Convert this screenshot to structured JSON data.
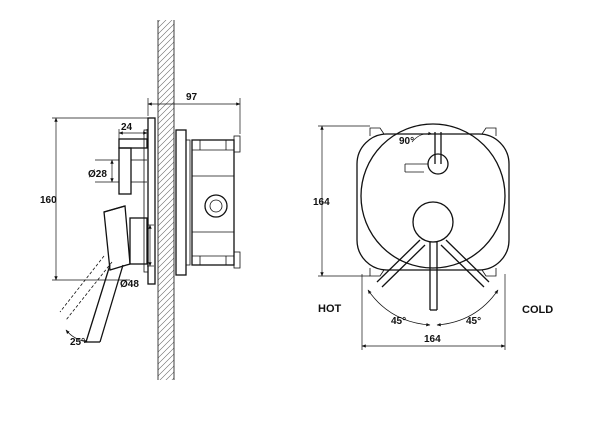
{
  "side_view": {
    "dim_depth": "97",
    "dim_knob_width": "24",
    "dim_knob_diameter": "Ø28",
    "dim_height": "160",
    "dim_lever_diameter": "Ø48",
    "dim_lever_angle": "25°"
  },
  "front_view": {
    "dim_knob_rotation": "90°",
    "dim_height": "164",
    "dim_width": "164",
    "label_hot": "HOT",
    "label_cold": "COLD",
    "dim_hot_angle": "45°",
    "dim_cold_angle": "45°"
  }
}
